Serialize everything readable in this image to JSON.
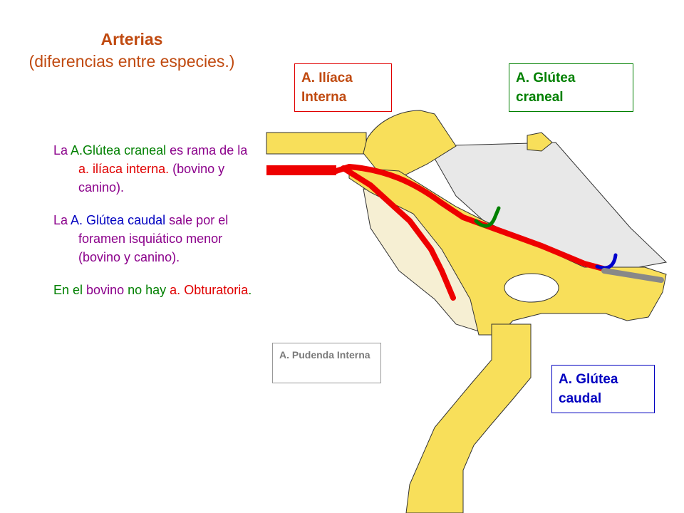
{
  "title": {
    "main": "Arterias",
    "sub": "(diferencias entre especies.)"
  },
  "paragraphs": {
    "p1": {
      "la": "La",
      "craneal": "A.Glútea craneal",
      "es": "es",
      "rama": "rama de la",
      "iliaca": "a. ilíaca",
      "interna": "interna.",
      "especies": "(bovino y canino)."
    },
    "p2": {
      "la": "La",
      "caudal": "A. Glútea caudal",
      "rest": "sale por el foramen isquiático menor (bovino y canino)."
    },
    "p3": {
      "en": "En el",
      "bovino": "bovino",
      "nohay": "no hay",
      "a": "a.",
      "obturatoria": "Obturatoria",
      "dot": "."
    }
  },
  "labels": {
    "iliaca_interna": "A. Ilíaca Interna",
    "glutea_craneal": "A. Glútea craneal",
    "pudenda_interna": "A. Pudenda Interna",
    "glutea_caudal": "A. Glútea caudal"
  },
  "colors": {
    "bone": "#f8df5a",
    "bone_pale": "#f6efd3",
    "ligament": "#e8e8e8",
    "artery_red": "#ee0000",
    "artery_green": "#008000",
    "artery_blue": "#0000cc",
    "artery_gray": "#888888"
  }
}
